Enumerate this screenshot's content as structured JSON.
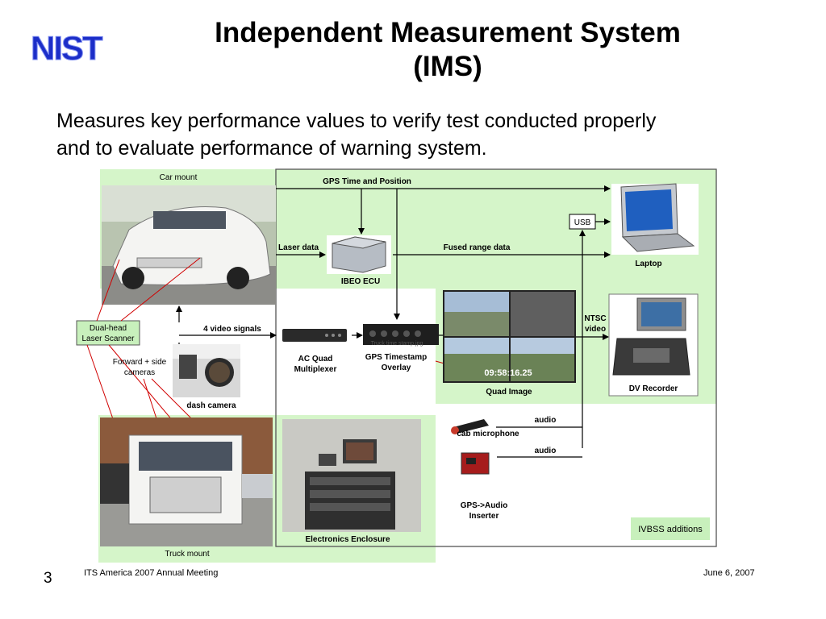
{
  "logo": {
    "text": "NIST"
  },
  "title": {
    "line1": "Independent Measurement System",
    "line2": "(IMS)"
  },
  "subtitle": {
    "line1": "Measures key performance values to verify test conducted properly",
    "line2": "and to evaluate performance of warning system."
  },
  "diagram": {
    "labels": {
      "car_mount": "Car mount",
      "gps_time_position": "GPS Time and Position",
      "usb": "USB",
      "laptop": "Laptop",
      "laser_data": "Laser data",
      "fused_range_data": "Fused range data",
      "ibeo_ecu": "IBEO ECU",
      "dual_head_line1": "Dual-head",
      "dual_head_line2": "Laser Scanner",
      "four_video_signals": "4 video signals",
      "ntsc_line1": "NTSC",
      "ntsc_line2": "video",
      "forward_side_line1": "Forward + side",
      "forward_side_line2": "cameras",
      "ac_quad_line1": "AC Quad",
      "ac_quad_line2": "Multiplexer",
      "gps_timestamp_line1": "GPS Timestamp",
      "gps_timestamp_line2": "Overlay",
      "timestamp_caption": "Truck time stamp.jpg",
      "timestamp_display": "09:58:16.25",
      "quad_image": "Quad Image",
      "dv_recorder": "DV Recorder",
      "dash_camera": "dash camera",
      "audio_1": "audio",
      "cab_microphone": "cab microphone",
      "audio_2": "audio",
      "gps_audio_line1": "GPS->Audio",
      "gps_audio_line2": "Inserter",
      "electronics_enclosure": "Electronics Enclosure",
      "ivbss_additions": "IVBSS additions",
      "truck_mount": "Truck mount"
    },
    "colors": {
      "ivbss_green": "#d5f5c9",
      "label_box": "#c8f0bc",
      "arrow": "#000000",
      "red_leader": "#d00000"
    }
  },
  "footer": {
    "page_number": "3",
    "left": "ITS America 2007 Annual Meeting",
    "right": "June 6, 2007"
  }
}
